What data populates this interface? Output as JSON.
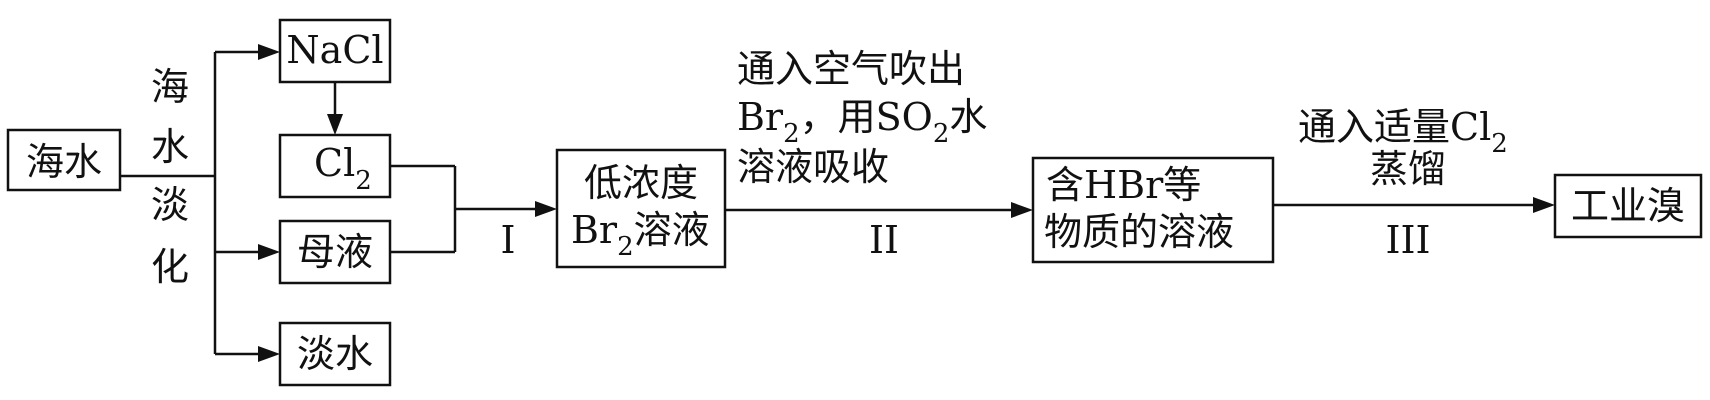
{
  "diagram": {
    "boxes": {
      "seawater": "海水",
      "nacl": "NaCl",
      "cl2": {
        "base": "Cl",
        "sub": "2"
      },
      "mother_liquor": "母液",
      "fresh_water": "淡水",
      "low_br2": {
        "line1": "低浓度",
        "line2_base": "Br",
        "line2_sub": "2",
        "line2_rest": "溶液"
      },
      "hbr_solution": {
        "line1": "含HBr等",
        "line2": "物质的溶液"
      },
      "industrial_bromine": "工业溴"
    },
    "labels": {
      "desalination": [
        "海",
        "水",
        "淡",
        "化"
      ],
      "step1": "I",
      "step2": "II",
      "step3": "III",
      "step2_note": {
        "line1": "通入空气吹出",
        "line2_a": "Br",
        "line2_a_sub": "2",
        "line2_b": "，用SO",
        "line2_b_sub": "2",
        "line2_c": "水",
        "line3": "溶液吸收"
      },
      "step3_note": {
        "line1_a": "通入适量Cl",
        "line1_sub": "2",
        "line2": "蒸馏"
      }
    }
  }
}
